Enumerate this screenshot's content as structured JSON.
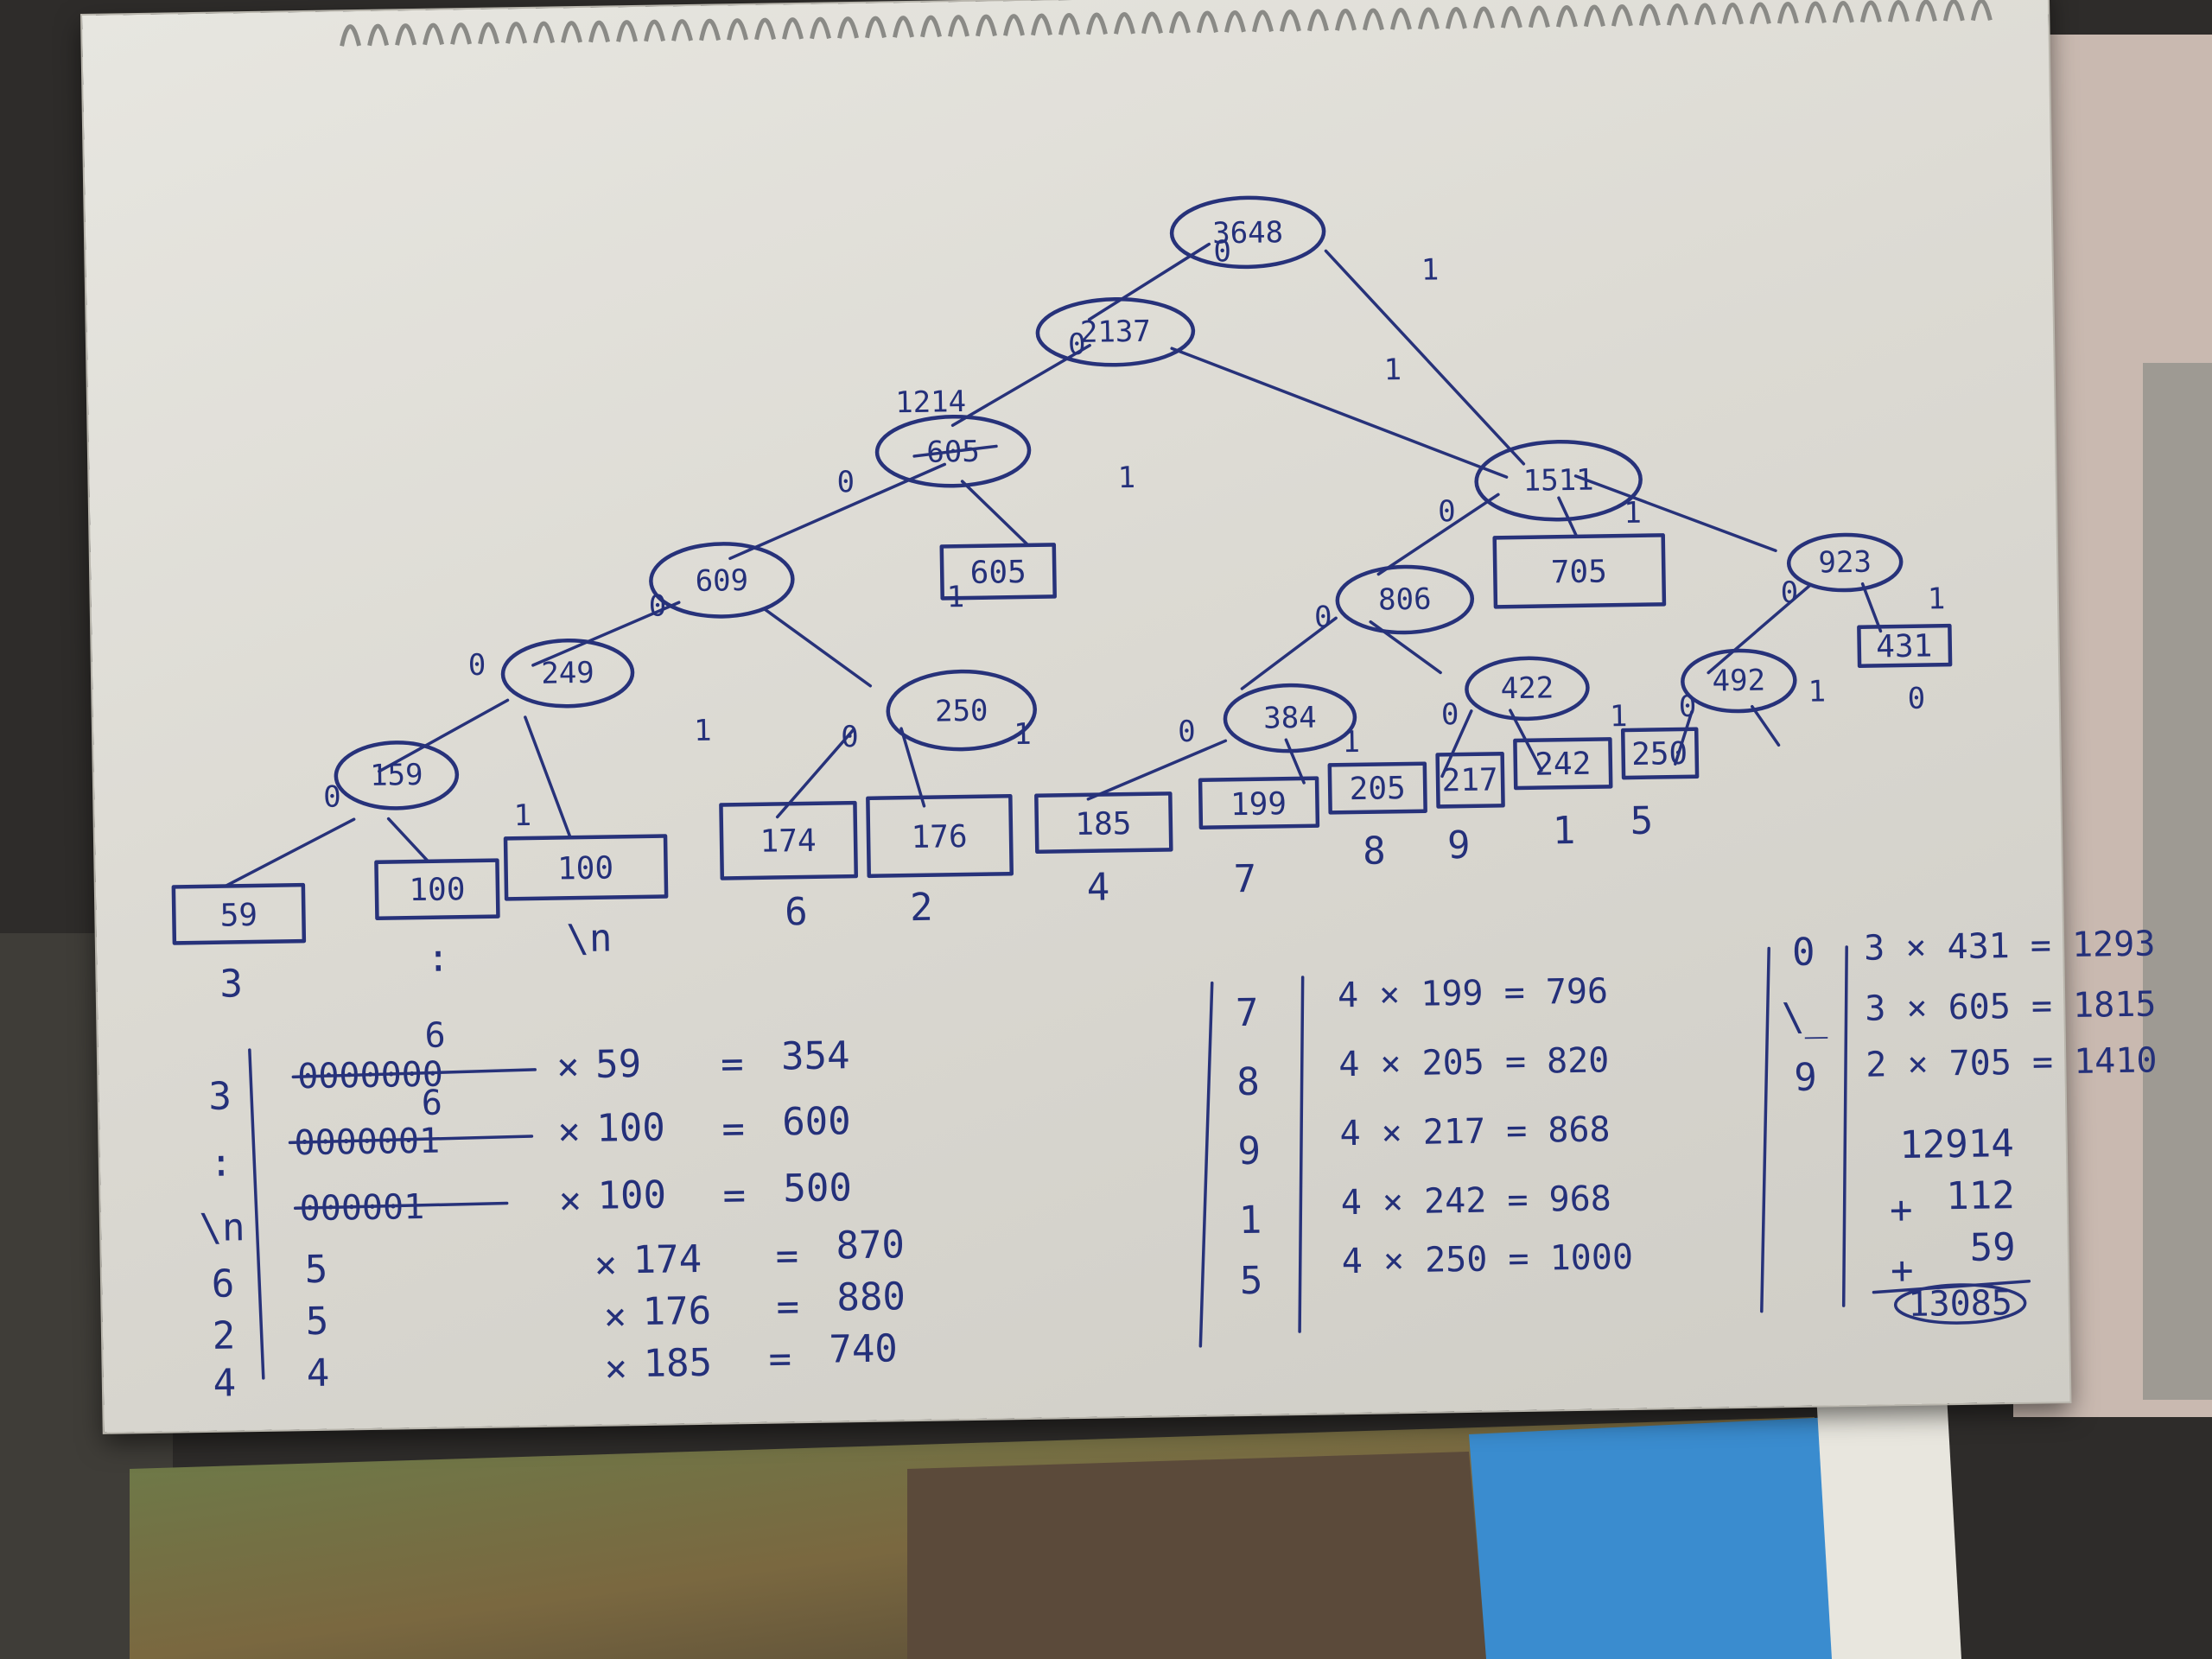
{
  "tree": {
    "root": "3648",
    "nodes": [
      "2137",
      "1214",
      "1511",
      "609",
      "250",
      "806",
      "422",
      "923",
      "249",
      "159",
      "384",
      "492"
    ],
    "leaves": [
      "59",
      "100",
      "100",
      "174",
      "176",
      "605",
      "185",
      "199",
      "205",
      "217",
      "242",
      "250",
      "705",
      "431"
    ],
    "struck_value": "605",
    "leaf_symbols": [
      "3",
      ":",
      "\\n",
      "6",
      "2",
      "4",
      "7",
      "8",
      "9",
      "1",
      "5"
    ]
  },
  "table_left": {
    "rows": [
      {
        "sym": "3",
        "code": "0000000",
        "overcode": "6",
        "weight": "59",
        "result": "354"
      },
      {
        "sym": ":",
        "code": "0000001",
        "overcode": "6",
        "weight": "100",
        "result": "600"
      },
      {
        "sym": "\\n",
        "code": "000001",
        "overcode": "",
        "weight": "100",
        "result": "500"
      },
      {
        "sym": "6",
        "code": "5",
        "overcode": "",
        "weight": "174",
        "result": "870"
      },
      {
        "sym": "2",
        "code": "5",
        "overcode": "",
        "weight": "176",
        "result": "880"
      },
      {
        "sym": "4",
        "code": "4",
        "overcode": "",
        "weight": "185",
        "result": "740"
      }
    ]
  },
  "table_mid": {
    "syms": [
      "7",
      "8",
      "9",
      "1",
      "5"
    ],
    "exprs": [
      "4 × 199 = 796",
      "4 × 205 = 820",
      "4 × 217 = 868",
      "4 × 242 = 968",
      "4 × 250 = 1000"
    ]
  },
  "table_right": {
    "syms": [
      "0",
      "\\_",
      "9"
    ],
    "exprs": [
      "3 × 431 = 1293",
      "3 × 605 = 1815",
      "2 × 705 = 1410"
    ],
    "sum_lines": [
      "12914",
      "112",
      "59"
    ],
    "sum_total": "13085"
  }
}
